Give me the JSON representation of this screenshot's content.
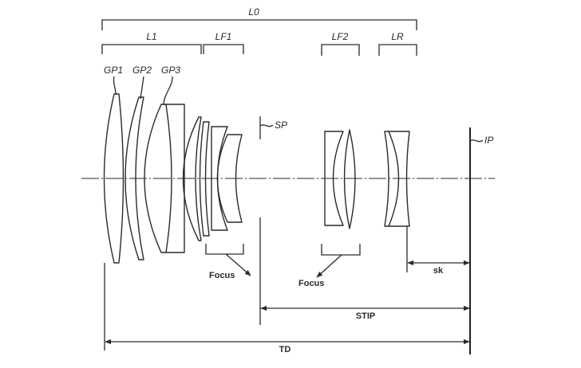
{
  "diagram": {
    "type": "optical-lens-cross-section",
    "group_labels": {
      "overall": "L0",
      "first_group": "L1",
      "first_focus_group": "LF1",
      "second_focus_group": "LF2",
      "rear_group": "LR"
    },
    "element_labels": [
      "GP1",
      "GP2",
      "GP3"
    ],
    "plane_labels": {
      "stop": "SP",
      "image": "IP"
    },
    "annotations": {
      "focus_1": "Focus",
      "focus_2": "Focus"
    },
    "dimensions": {
      "back_focus": "sk",
      "stop_to_image": "STIP",
      "total_length": "TD"
    },
    "colors": {
      "line": "#2a2a2a",
      "background": "#ffffff"
    }
  }
}
